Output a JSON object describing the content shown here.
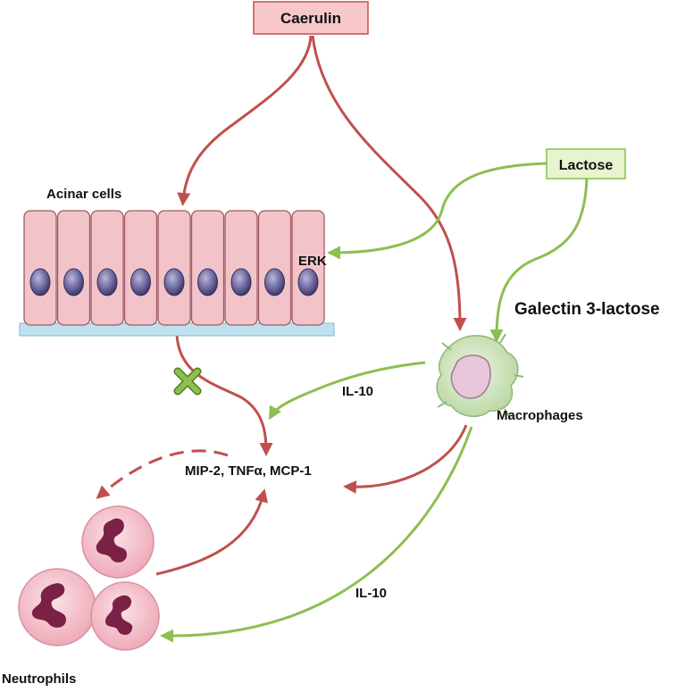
{
  "nodes": {
    "caerulin": "Caerulin",
    "lactose": "Lactose",
    "acinar_cells": "Acinar cells",
    "erk": "ERK",
    "galectin": "Galectin 3-lactose",
    "macrophages": "Macrophages",
    "cytokines": "MIP-2, TNFα, MCP-1",
    "neutrophils": "Neutrophils",
    "il10_upper": "IL-10",
    "il10_lower": "IL-10"
  },
  "colors": {
    "inflammatory_arrow": "#c0504d",
    "inhibitory_arrow": "#8cbf4f",
    "caerulin_box_fill": "#f8c8c8",
    "caerulin_box_border": "#c0504d",
    "lactose_box_fill": "#e6f5cf",
    "lactose_box_border": "#8cbf4f",
    "acinar_cell_fill": "#f2c4c9",
    "nucleus_fill": "#6f6a9e",
    "macrophage_fill": "#d8e9c8",
    "neutrophil_fill": "#f4c2cc",
    "neutrophil_nucleus": "#7b2145",
    "block_marker": "#8cbf4f"
  },
  "icons": {
    "block": "x-mark-icon"
  }
}
